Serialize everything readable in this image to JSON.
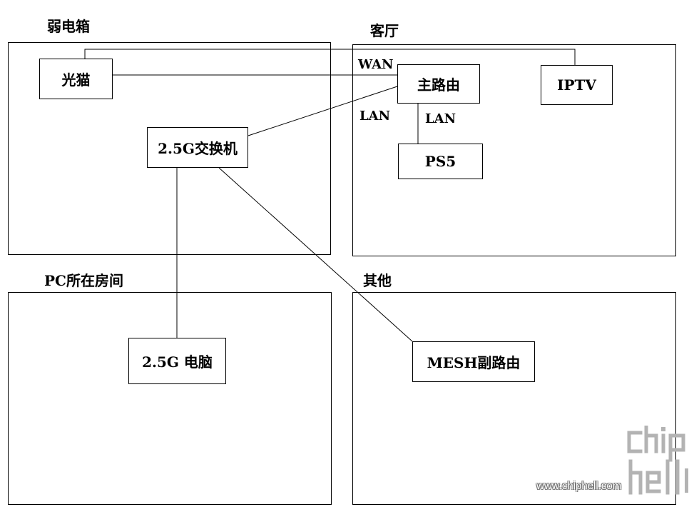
{
  "regions": {
    "weak_box": "弱电箱",
    "living_room": "客厅",
    "pc_room": "PC所在房间",
    "other": "其他"
  },
  "nodes": {
    "modem": "光猫",
    "switch": "2.5G交换机",
    "main_router": "主路由",
    "iptv": "IPTV",
    "ps5": "PS5",
    "pc": "2.5G 电脑",
    "mesh_router": "MESH副路由"
  },
  "port_labels": {
    "wan": "WAN",
    "lan_switch": "LAN",
    "lan_ps5": "LAN"
  },
  "watermark": {
    "site": "www.chiphell.com",
    "logo_text": "chiphell"
  }
}
